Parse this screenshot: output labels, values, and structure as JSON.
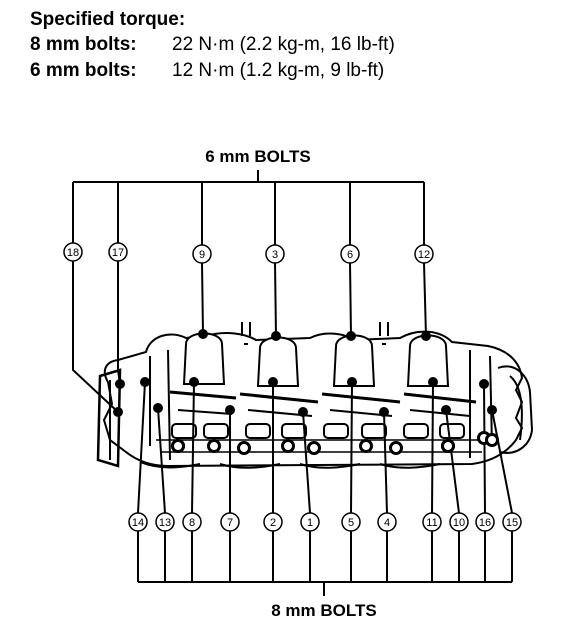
{
  "spec": {
    "title": "Specified torque:",
    "rows": [
      {
        "label": "8 mm bolts:",
        "value": "22 N·m (2.2 kg-m, 16 lb-ft)"
      },
      {
        "label": "6 mm bolts:",
        "value": "12 N·m (1.2 kg-m, 9 lb-ft)"
      }
    ]
  },
  "diagram": {
    "top_group_label": "6 mm BOLTS",
    "bottom_group_label": "8 mm BOLTS",
    "top_callouts": [
      "18",
      "17",
      "9",
      "3",
      "6",
      "12"
    ],
    "bottom_callouts": [
      "14",
      "13",
      "8",
      "7",
      "2",
      "1",
      "5",
      "4",
      "11",
      "10",
      "16",
      "15"
    ]
  }
}
